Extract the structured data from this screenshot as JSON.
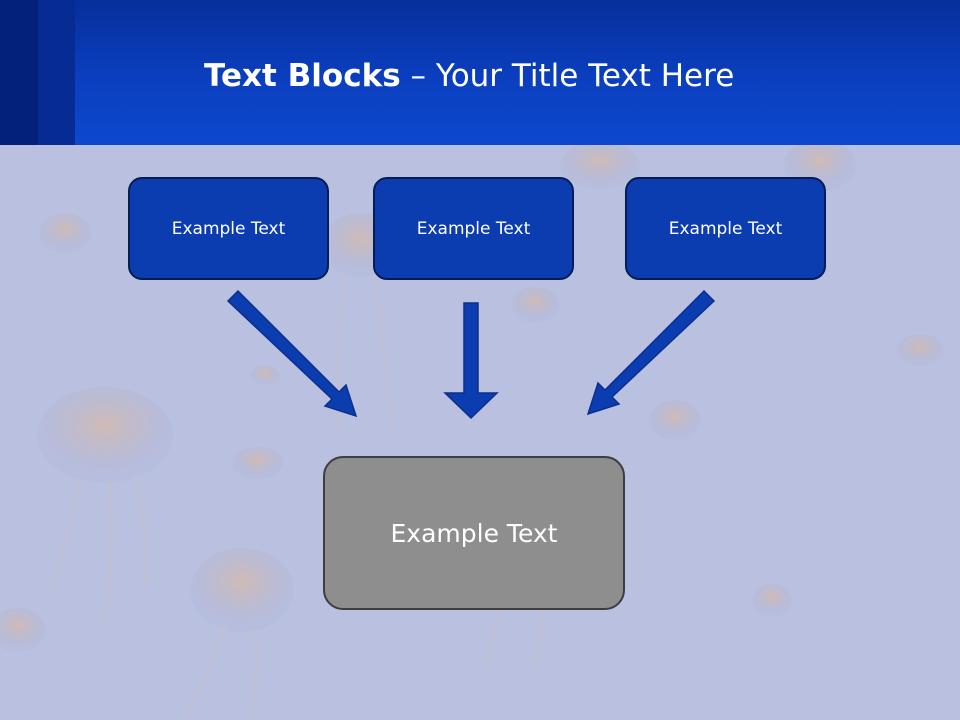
{
  "title": {
    "bold": "Text Blocks",
    "separator": " – ",
    "rest": "Your Title Text Here"
  },
  "blocks": [
    {
      "label": "Example Text"
    },
    {
      "label": "Example Text"
    },
    {
      "label": "Example Text"
    }
  ],
  "result": {
    "label": "Example Text"
  },
  "colors": {
    "header": "#0b3fbf",
    "block_fill": "#0b3cb0",
    "block_border": "#061c55",
    "result_fill": "#8e8e8e",
    "arrow": "#0b3cb0",
    "background": "#b9c0e0"
  }
}
